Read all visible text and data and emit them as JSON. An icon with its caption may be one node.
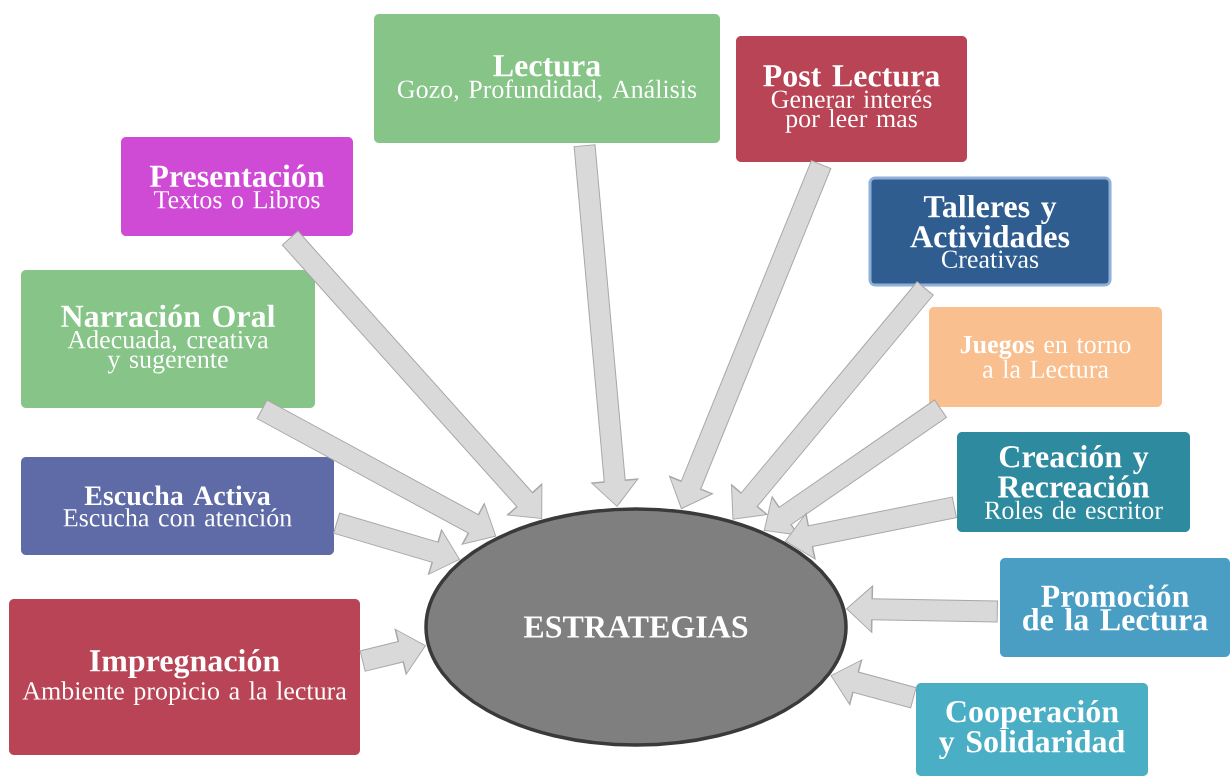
{
  "diagram": {
    "nodes": [
      {
        "text": [
          "Lectura",
          "Gozo, Profundidad, Análisis"
        ]
      },
      {
        "text": [
          "Post Lectura",
          "Generar interés por leer mas"
        ]
      },
      {
        "text": [
          "Presentación",
          "Textos o Libros"
        ]
      },
      {
        "text": [
          "Talleres y Actividades",
          "Creativas"
        ]
      },
      {
        "text": [
          "Narración Oral",
          "Adecuada, creativa y sugerente"
        ]
      },
      {
        "text": [
          "**Juegos** en torno a la Lectura"
        ]
      },
      {
        "text": [
          "Creación y Recreación",
          "Roles de escritor"
        ]
      },
      {
        "text": [
          "Escucha Activa",
          "Escucha con atención"
        ]
      },
      {
        "text": [
          "Promoción de la Lectura"
        ]
      },
      {
        "text": [
          "Impregnación",
          "Ambiente propicio a la lectura"
        ]
      },
      {
        "text": [
          "Cooperación y Solidaridad"
        ]
      },
      {
        "text": [
          "ESTRATEGIAS"
        ]
      }
    ],
    "edges": [
      {
        "from": 0,
        "to": 11,
        "arrow": "to"
      },
      {
        "from": 1,
        "to": 11,
        "arrow": "to"
      },
      {
        "from": 2,
        "to": 11,
        "arrow": "to"
      },
      {
        "from": 3,
        "to": 11,
        "arrow": "to"
      },
      {
        "from": 4,
        "to": 11,
        "arrow": "to"
      },
      {
        "from": 5,
        "to": 11,
        "arrow": "to"
      },
      {
        "from": 6,
        "to": 11,
        "arrow": "to"
      },
      {
        "from": 7,
        "to": 11,
        "arrow": "to"
      },
      {
        "from": 8,
        "to": 11,
        "arrow": "to"
      },
      {
        "from": 9,
        "to": 11,
        "arrow": "to"
      },
      {
        "from": 10,
        "to": 11,
        "arrow": "to"
      }
    ]
  }
}
